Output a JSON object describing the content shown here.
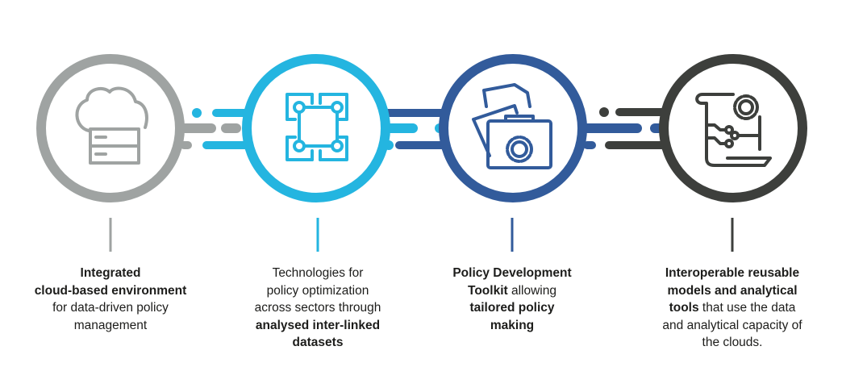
{
  "colors": {
    "gray": "#9fa3a2",
    "cyan": "#24b5e0",
    "blue": "#325b9b",
    "dark": "#3d3f3c"
  },
  "steps": [
    {
      "icon": "cloud-server-icon",
      "lines": [
        [
          {
            "text": "Integrated",
            "bold": true
          }
        ],
        [
          {
            "text": "cloud-based environment",
            "bold": true
          }
        ],
        [
          {
            "text": "for data-driven policy",
            "bold": false
          }
        ],
        [
          {
            "text": "management",
            "bold": false
          }
        ]
      ]
    },
    {
      "icon": "circuit-network-icon",
      "lines": [
        [
          {
            "text": "Technologies for",
            "bold": false
          }
        ],
        [
          {
            "text": "policy optimization",
            "bold": false
          }
        ],
        [
          {
            "text": "across sectors through",
            "bold": false
          }
        ],
        [
          {
            "text": "analysed inter-linked",
            "bold": true
          }
        ],
        [
          {
            "text": "datasets",
            "bold": true
          }
        ]
      ]
    },
    {
      "icon": "briefcase-gear-icon",
      "lines": [
        [
          {
            "text": "Policy Development",
            "bold": true
          }
        ],
        [
          {
            "text": "Toolkit",
            "bold": true
          },
          {
            "text": " allowing",
            "bold": false
          }
        ],
        [
          {
            "text": "tailored policy",
            "bold": true
          }
        ],
        [
          {
            "text": "making",
            "bold": true
          }
        ]
      ]
    },
    {
      "icon": "scroll-certificate-icon",
      "lines": [
        [
          {
            "text": "Interoperable reusable",
            "bold": true
          }
        ],
        [
          {
            "text": "models and analytical",
            "bold": true
          }
        ],
        [
          {
            "text": "tools",
            "bold": true
          },
          {
            "text": " that use the data",
            "bold": false
          }
        ],
        [
          {
            "text": "and analytical capacity of",
            "bold": false
          }
        ],
        [
          {
            "text": "the clouds.",
            "bold": false
          }
        ]
      ]
    }
  ]
}
